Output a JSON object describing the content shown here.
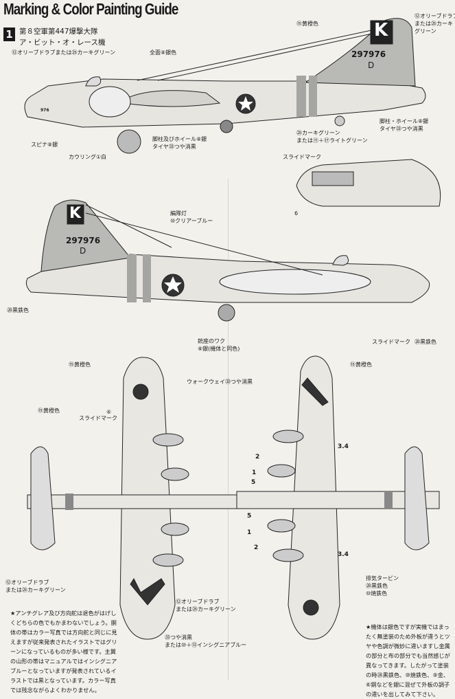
{
  "header": {
    "title": "Marking & Color Painting Guide",
    "section_number": "1",
    "subtitle_line1": "第８空軍第447爆撃大隊",
    "subtitle_line2": "ア・ビット・オ・レース機"
  },
  "aircraft": {
    "tail_letter": "K",
    "serial": "297976",
    "tail_square": "D",
    "nose_code": "976"
  },
  "labels": {
    "antiglare_top": "⑫オリーブドラブまたは㉕カーキグリーン",
    "overall": "全面⑧銀色",
    "tail_band": "⑮黄橙色",
    "rudder_l1": "⑫オリーブドラブ",
    "rudder_l2": "または㉕カーキ",
    "rudder_l3": "グリーン",
    "spinner": "スピナ⑧銀",
    "cowling": "カウリング①白",
    "main_gear_l1": "脚柱及びホイール⑧銀",
    "main_gear_l2": "タイヤ㉝つや消黒",
    "fuselage_band_l1": "㉕カーキグリーン",
    "fuselage_band_l2": "または⑪＋⑰ライトグリーン",
    "tail_gear_l1": "脚柱・ホイール⑧銀",
    "tail_gear_l2": "タイヤ㉝つや消黒",
    "slide_mark_inset": "スライドマーク",
    "inset_number": "6",
    "formation_light_l1": "編隊灯",
    "formation_light_l2": "⑩クリアーブルー",
    "tail_gun": "㉘黒鉄色",
    "turret_frame_l1": "銃座のワク",
    "turret_frame_l2": "⑧銀(機体と同色)",
    "slide_mark_nose": "スライドマーク",
    "nose_gun": "㉘黒鉄色",
    "wingtip_top": "⑮黄橙色",
    "wingtip_bottom": "⑮黄橙色",
    "walkway": "ウォークウェイ㉝つや消黒",
    "stab_tip": "⑮黄橙色",
    "slide_mark_top_num": "⑥",
    "slide_mark_top": "スライドマーク",
    "num_34_upper": "3.4",
    "num_34_lower": "3.4",
    "num_2_upper": "2",
    "num_2_lower": "2",
    "num_5_upper": "5",
    "num_5_lower": "5",
    "num_1_upper": "1",
    "num_1_lower": "1",
    "stab_antiglare_l1": "⑫オリーブドラブ",
    "stab_antiglare_l2": "または㉕カーキグリーン",
    "wing_antiglare_l1": "⑫オリーブドラブ",
    "wing_antiglare_l2": "または㉕カーキグリーン",
    "wing_v_l1": "㉝つや消黒",
    "wing_v_l2": "または⑩＋⑬インシグニアブルー",
    "turbo_l1": "排気タービン",
    "turbo_l2": "㉘黒鉄色",
    "turbo_l3": "⑩焼鉄色"
  },
  "notes": {
    "left": "★アンチグレア及び方向舵は退色がはげしくどちらの色でもかまわないでしょう。胴体の帯はカラー写真では方向舵と同じに見えますが従来発表されたイラストではグリーンになっているものが多い様です。主翼の山形の帯はマニュアルではインシグニアブルーとなっていますが発表されているイラストでは黒となっています。カラー写真では残念ながらよくわかりません。",
    "right": "★機体は銀色ですが実機ではまったく無塗装のため外板が違うとツヤや色調が微妙に違いますし金属の部分と布の部分でも当然感じが異なってきます。したがって塗装の時㉘黒鉄色、⑩焼鉄色、⑨金、⑥銅などを銀に混ぜて外板の調子の違いを出してみて下さい。"
  },
  "colors": {
    "paper": "#f2f1ec",
    "ink": "#1a1a1a",
    "olive_drab": "#8d8d8a",
    "band": "#a5a5a2",
    "insignia": "#3a3a3a"
  }
}
